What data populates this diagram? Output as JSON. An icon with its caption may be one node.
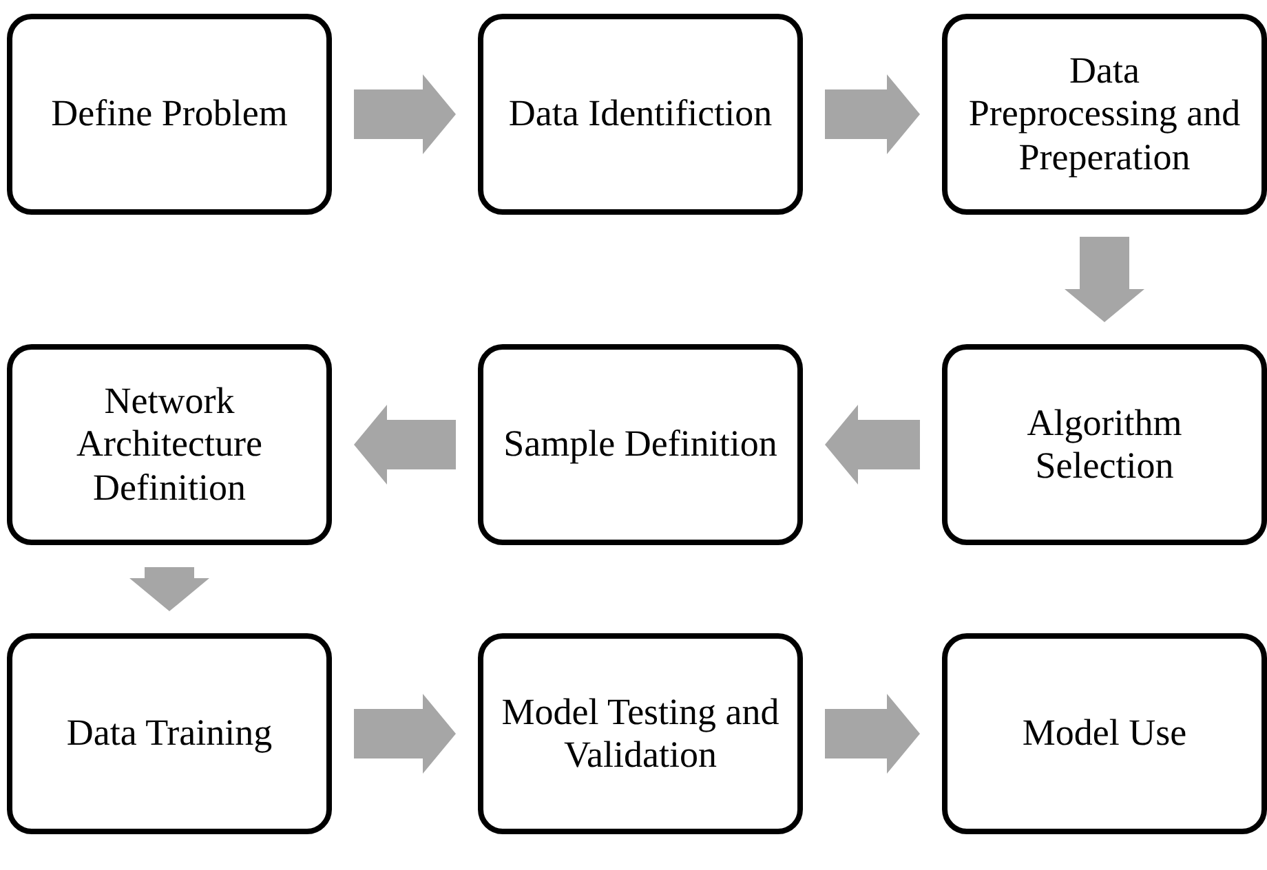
{
  "diagram": {
    "nodes": [
      {
        "text": [
          "Define Problem"
        ]
      },
      {
        "text": [
          "Data Identifiction"
        ]
      },
      {
        "text": [
          "Data Preprocessing and Preperation"
        ]
      },
      {
        "text": [
          "Network Architecture Definition"
        ]
      },
      {
        "text": [
          "Sample Definition"
        ]
      },
      {
        "text": [
          "Algorithm Selection"
        ]
      },
      {
        "text": [
          "Data Training"
        ]
      },
      {
        "text": [
          "Model Testing and Validation"
        ]
      },
      {
        "text": [
          "Model Use"
        ]
      }
    ],
    "edges": [
      {
        "from": 0,
        "to": 1,
        "arrow": "to"
      },
      {
        "from": 1,
        "to": 2,
        "arrow": "to"
      },
      {
        "from": 2,
        "to": 5,
        "arrow": "to"
      },
      {
        "from": 5,
        "to": 4,
        "arrow": "to"
      },
      {
        "from": 4,
        "to": 3,
        "arrow": "to"
      },
      {
        "from": 3,
        "to": 6,
        "arrow": "to"
      },
      {
        "from": 6,
        "to": 7,
        "arrow": "to"
      },
      {
        "from": 7,
        "to": 8,
        "arrow": "to"
      }
    ]
  }
}
